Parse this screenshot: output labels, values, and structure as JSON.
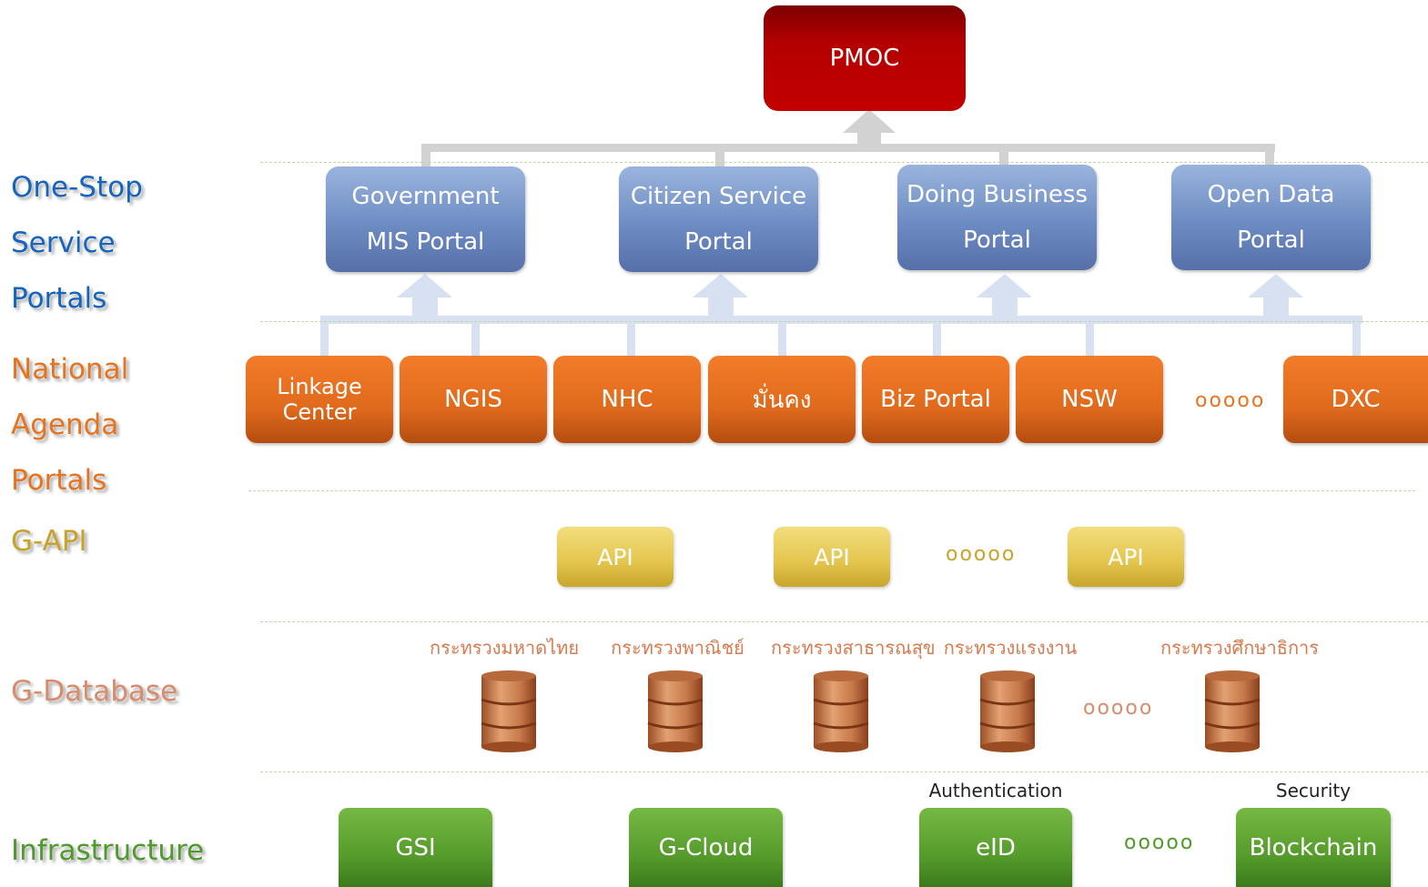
{
  "layers": {
    "one_stop": [
      "One-Stop",
      "Service",
      "Portals"
    ],
    "national_agenda": [
      "National",
      "Agenda",
      "Portals"
    ],
    "g_api": "G-API",
    "g_database": "G-Database",
    "infrastructure": "Infrastructure"
  },
  "pmoc": "PMOC",
  "portals": [
    {
      "line1": "Government",
      "line2": "MIS Portal"
    },
    {
      "line1": "Citizen Service",
      "line2": "Portal"
    },
    {
      "line1": "Doing Business",
      "line2": "Portal"
    },
    {
      "line1": "Open Data",
      "line2": "Portal"
    }
  ],
  "agenda_portals": [
    "Linkage Center",
    "NGIS",
    "NHC",
    "มั่นคง",
    "Biz Portal",
    "NSW",
    "DXC"
  ],
  "ellipsis": "ooooo",
  "apis": [
    "API",
    "API",
    "API"
  ],
  "ministries": [
    "กระทรวงมหาดไทย",
    "กระทรวงพาณิชย์",
    "กระทรวงสาธารณสุข",
    "กระทรวงแรงงาน",
    "กระทรวงศึกษาธิการ"
  ],
  "infrastructure_items": [
    "GSI",
    "G-Cloud",
    "eID",
    "Blockchain"
  ],
  "infra_captions": {
    "eid": "Authentication",
    "blockchain": "Security"
  },
  "colors": {
    "one_stop_label": "#1565c0",
    "agenda_label": "#e8731f",
    "api_label": "#c9a228",
    "database_label": "#d98c6c",
    "infra_label": "#4e9a2a"
  }
}
